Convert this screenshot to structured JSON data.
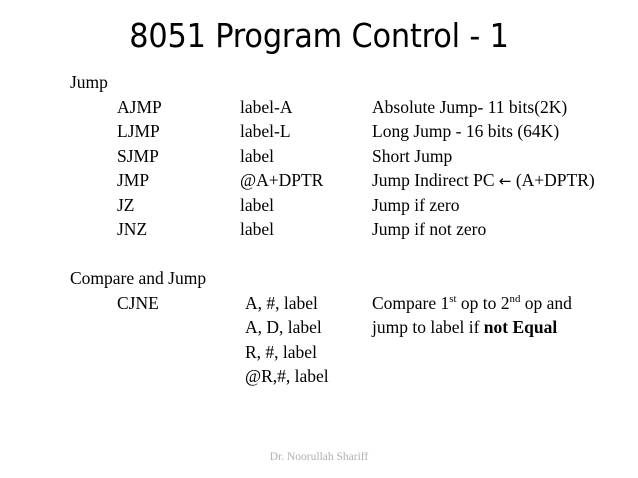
{
  "slide": {
    "title": "8051 Program Control - 1",
    "footer_credit": "Dr. Noorullah Shariff"
  },
  "sections": [
    {
      "heading": "Jump",
      "rows": [
        {
          "mnemonic": "AJMP",
          "operand": "label-A",
          "description": "Absolute Jump- 11 bits(2K)"
        },
        {
          "mnemonic": "LJMP",
          "operand": "label-L",
          "description": "Long Jump - 16 bits (64K)"
        },
        {
          "mnemonic": "SJMP",
          "operand": "label",
          "description": "Short Jump"
        },
        {
          "mnemonic": "JMP",
          "operand": "@A+DPTR",
          "description_prefix": "Jump Indirect  PC ",
          "description_arrow": "←",
          "description_suffix": " (A+DPTR)"
        },
        {
          "mnemonic": "JZ",
          "operand": "label",
          "description": "Jump if zero"
        },
        {
          "mnemonic": "JNZ",
          "operand": "label",
          "description": "Jump if not zero"
        }
      ]
    },
    {
      "heading": "Compare and Jump",
      "rows": [
        {
          "mnemonic": "CJNE",
          "operand": "A, #, label",
          "desc_part1": "Compare 1",
          "desc_sup1": "st",
          "desc_part2": " op to 2",
          "desc_sup2": "nd",
          "desc_part3": " op and"
        },
        {
          "mnemonic": "",
          "operand": "A, D, label",
          "desc_part1": "jump to label if ",
          "desc_bold": "not Equal"
        },
        {
          "mnemonic": "",
          "operand": "R, #,  label",
          "desc_part1": ""
        },
        {
          "mnemonic": "",
          "operand": "@R,#, label",
          "desc_part1": ""
        }
      ]
    }
  ]
}
